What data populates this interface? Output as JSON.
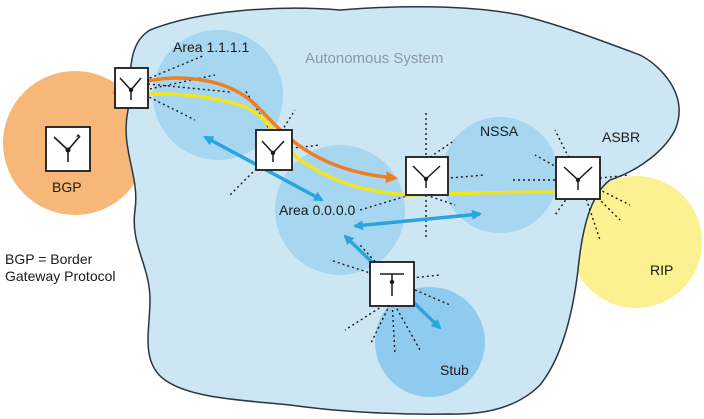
{
  "title": "Autonomous System",
  "areas": {
    "area1": "Area 1.1.1.1",
    "backbone": "Area 0.0.0.0",
    "nssa": "NSSA",
    "stub": "Stub"
  },
  "external": {
    "bgp": "BGP",
    "rip": "RIP",
    "asbr": "ASBR"
  },
  "note": {
    "line1": "BGP = Border",
    "line2": "Gateway Protocol"
  },
  "colors": {
    "as_fill": "#cce6f4",
    "area_fill": "#a6d6f0",
    "bgp_fill": "#f7b779",
    "rip_fill": "#fbf190",
    "orange_path": "#ef7d22",
    "yellow_path": "#f2e51e",
    "blue_arrow": "#2aa4dc"
  }
}
